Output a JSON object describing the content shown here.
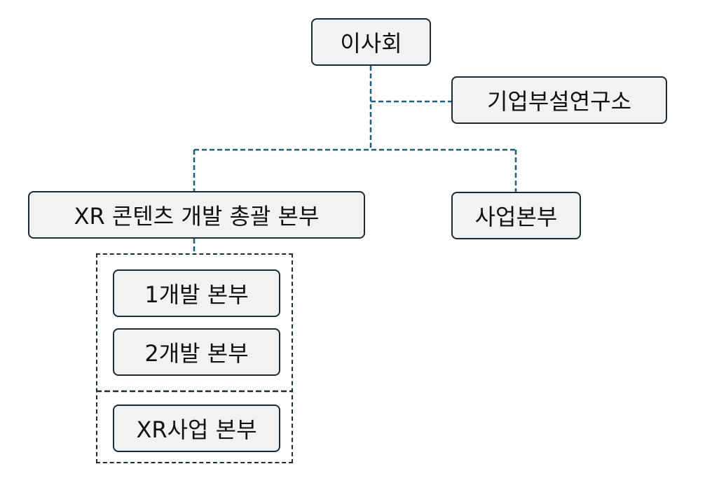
{
  "org_chart": {
    "board": "이사회",
    "research_institute": "기업부설연구소",
    "xr_content_division": "XR 콘텐츠 개발 총괄 본부",
    "business_division": "사업본부",
    "dev1_division": "1개발 본부",
    "dev2_division": "2개발 본부",
    "xr_business_division": "XR사업 본부"
  },
  "colors": {
    "connector": "#1f5f7a",
    "node_border": "#1c2b33",
    "node_fill": "#f2f2f2"
  }
}
